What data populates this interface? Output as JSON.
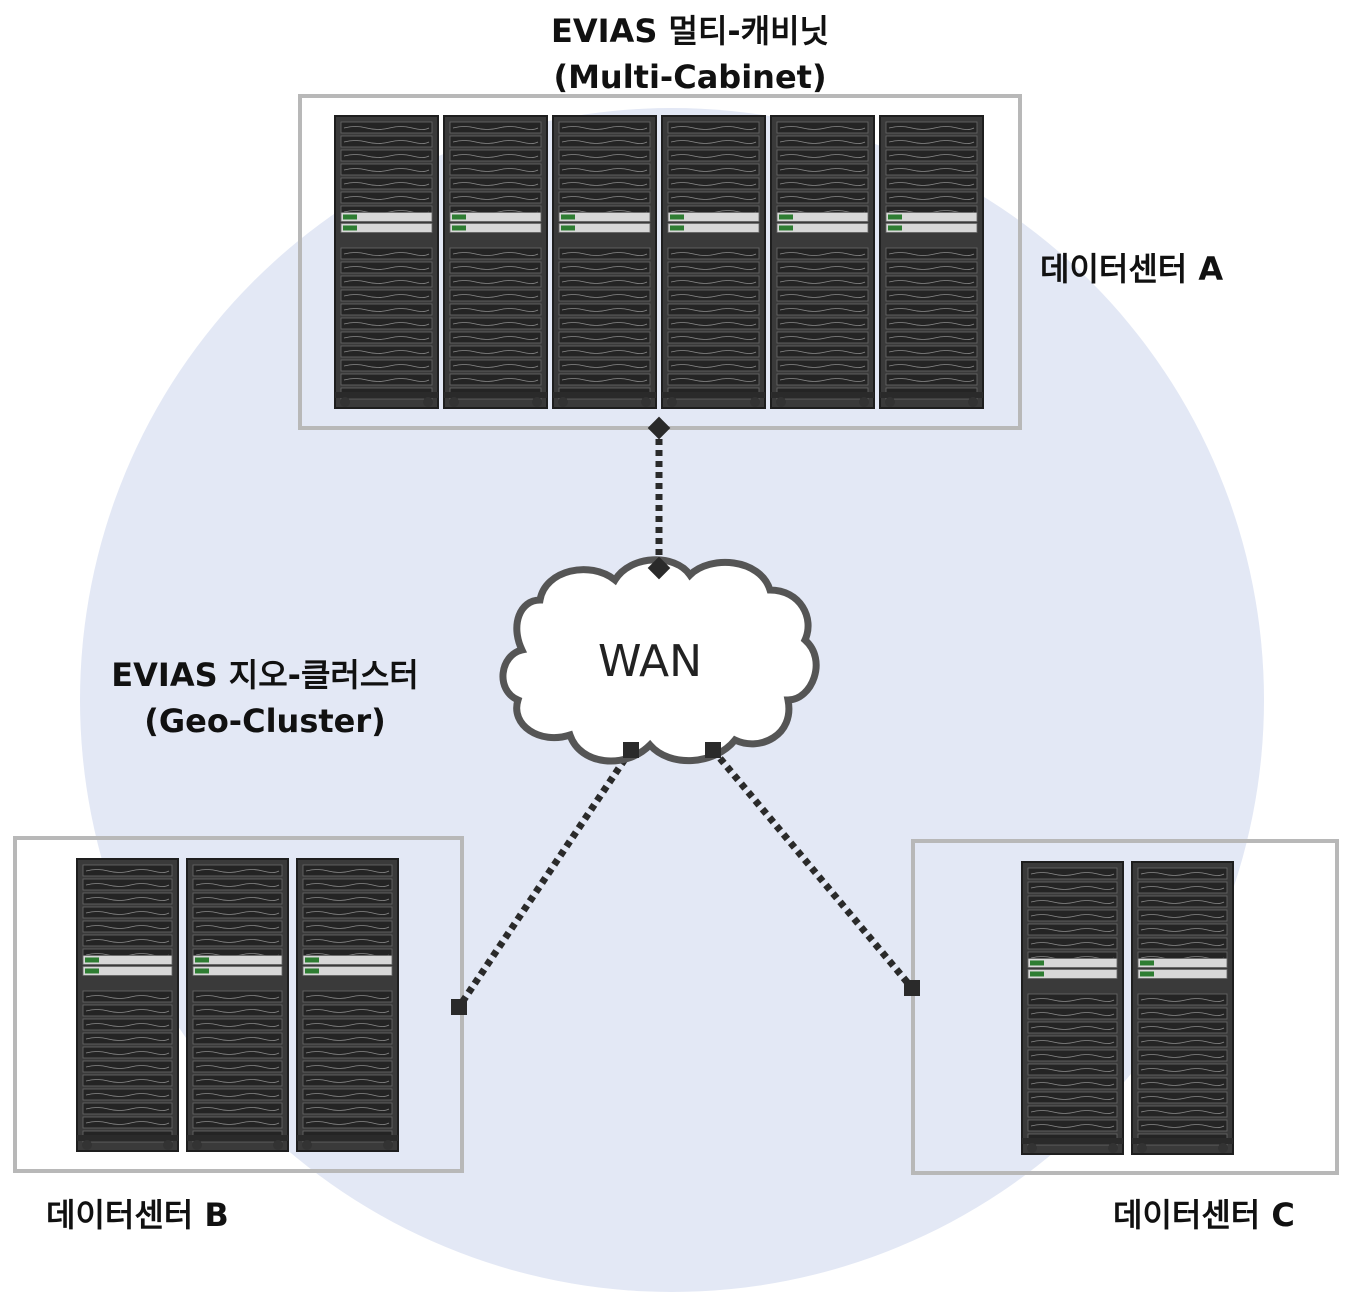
{
  "multi_cabinet": {
    "title_line1": "EVIAS 멀티-캐비닛",
    "title_line2": "(Multi-Cabinet)"
  },
  "geo_cluster": {
    "title_line1": "EVIAS 지오-클러스터",
    "title_line2": "(Geo-Cluster)"
  },
  "datacenters": {
    "a": {
      "label": "데이터센터 A",
      "rack_count": 6
    },
    "b": {
      "label": "데이터센터 B",
      "rack_count": 3
    },
    "c": {
      "label": "데이터센터 C",
      "rack_count": 2
    }
  },
  "network": {
    "wan_label": "WAN"
  },
  "colors": {
    "cluster_fill": "#e3e8f5",
    "box_border": "#b8b8b8",
    "rack_dark": "#2b2b2b",
    "link": "#2a2a2a",
    "cloud_stroke": "#555555"
  }
}
